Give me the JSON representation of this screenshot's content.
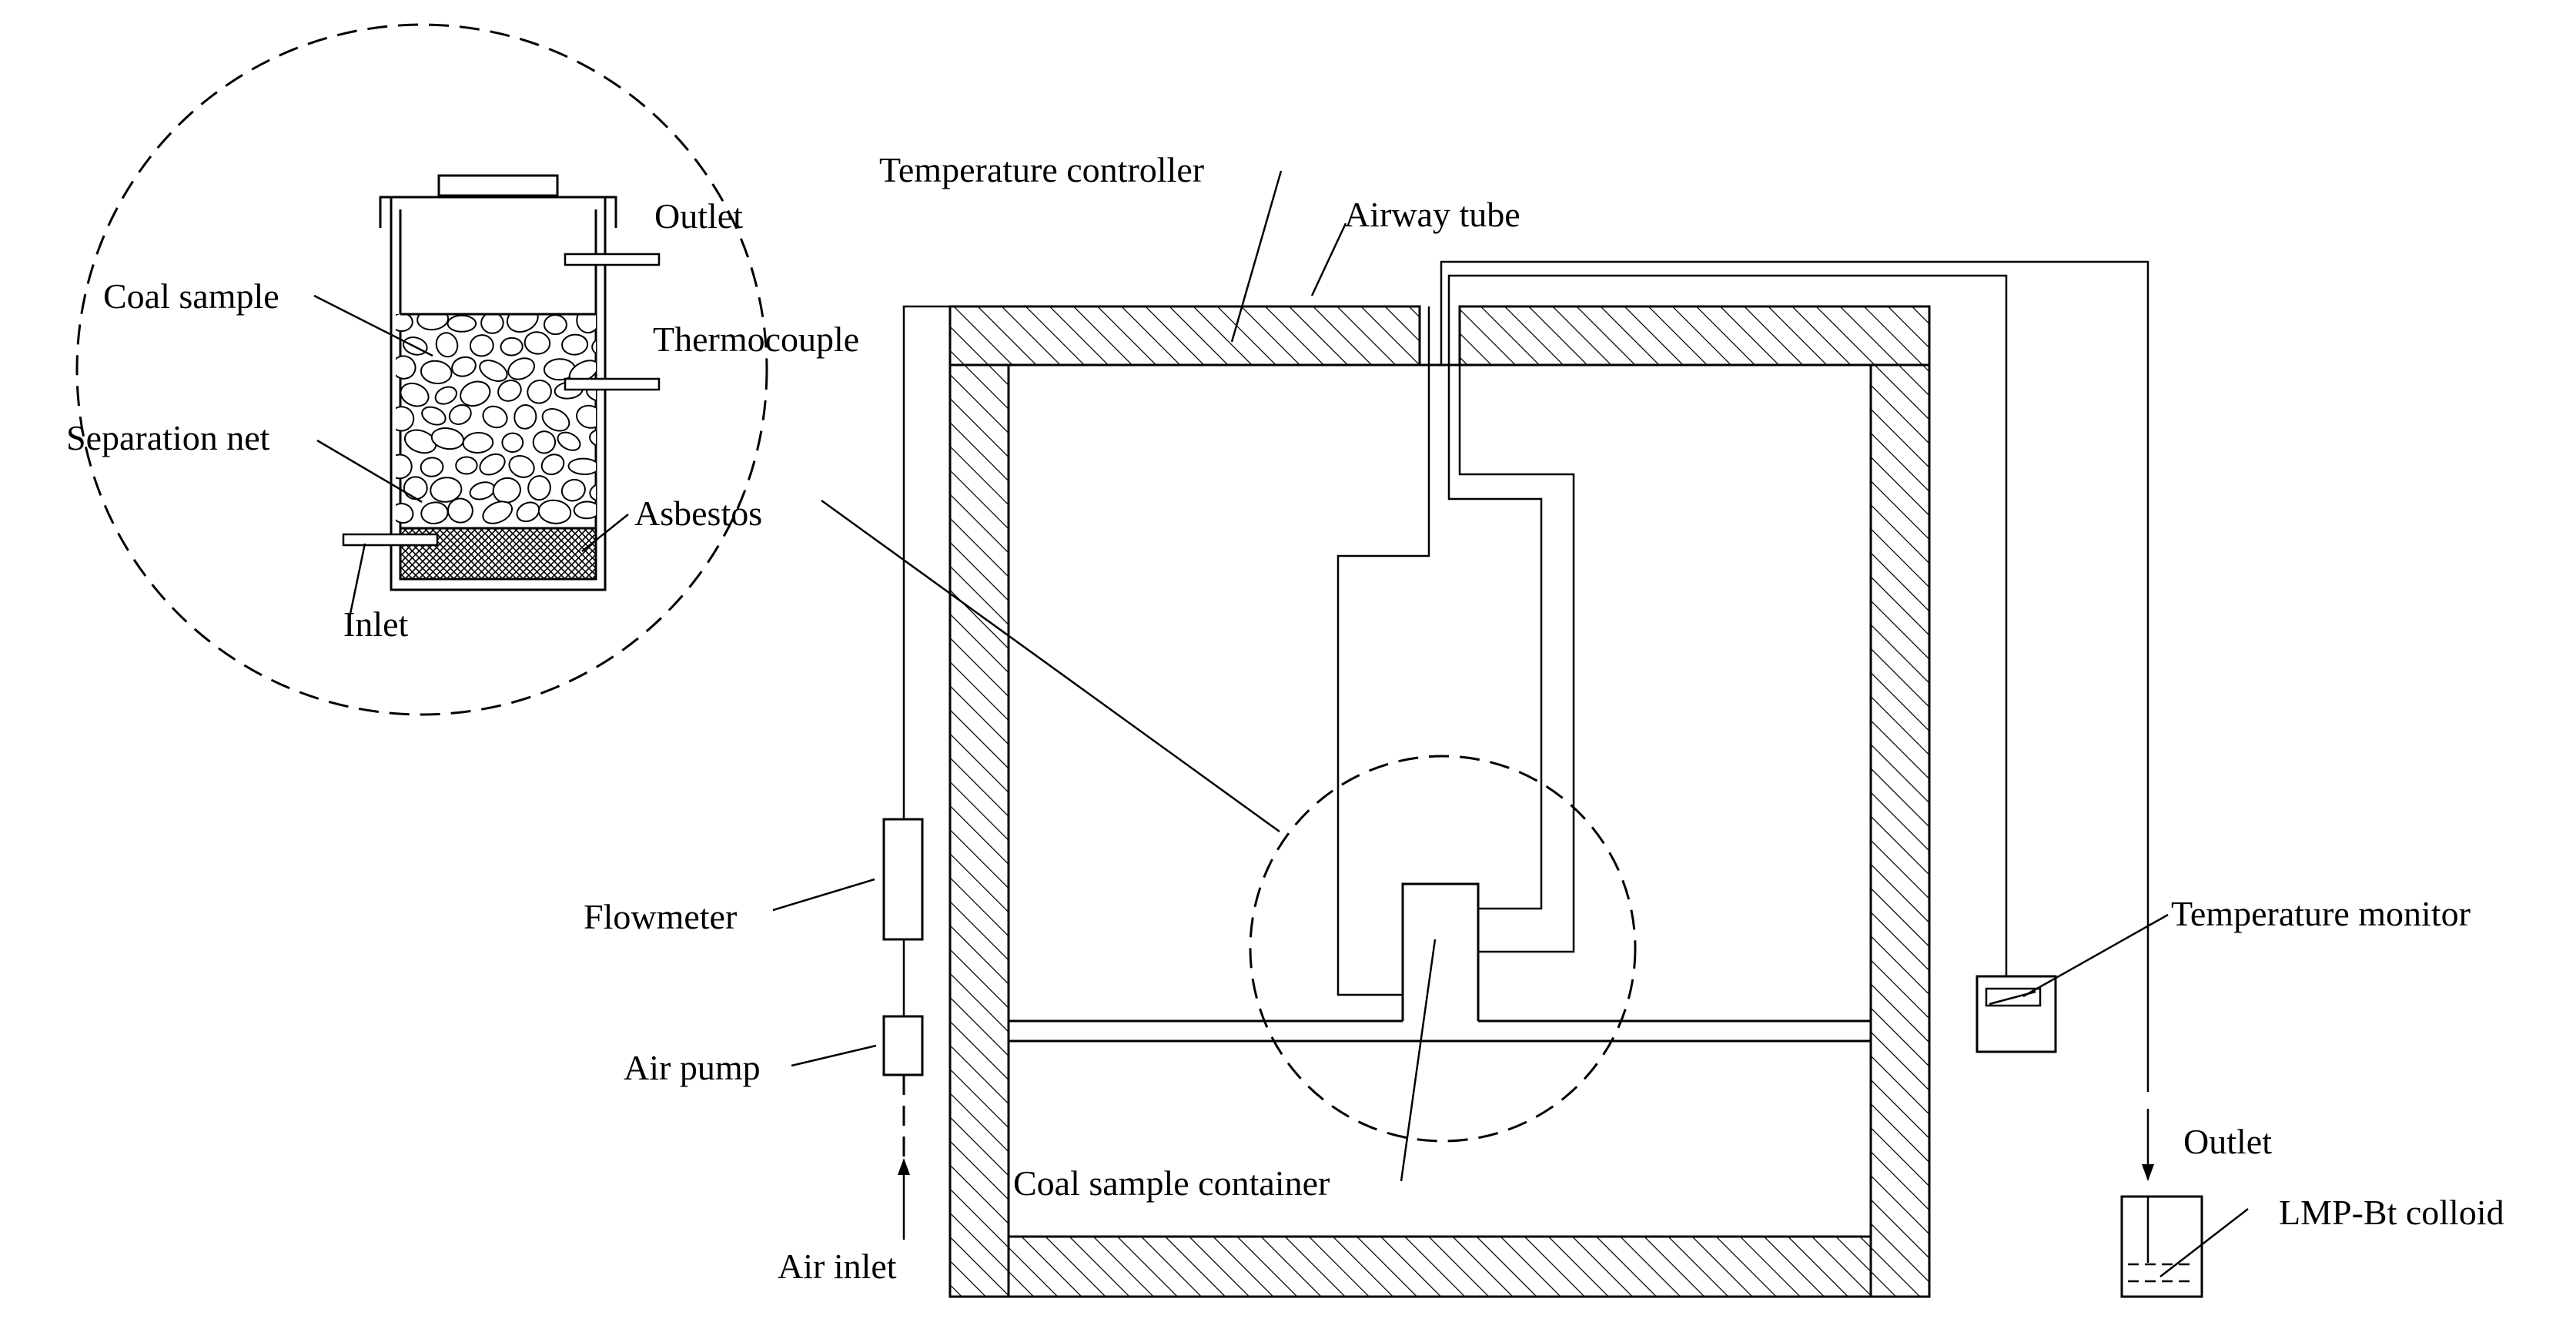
{
  "labels": {
    "temperature_controller": "Temperature controller",
    "airway_tube": "Airway tube",
    "outlet_top": "Outlet",
    "coal_sample": "Coal sample",
    "thermocouple": "Thermocouple",
    "separation_net": "Separation net",
    "asbestos": "Asbestos",
    "inlet": "Inlet",
    "flowmeter": "Flowmeter",
    "air_pump": "Air pump",
    "air_inlet": "Air inlet",
    "coal_sample_container": "Coal sample container",
    "temperature_monitor": "Temperature monitor",
    "outlet_right": "Outlet",
    "lmp_bt_colloid": "LMP-Bt colloid"
  }
}
